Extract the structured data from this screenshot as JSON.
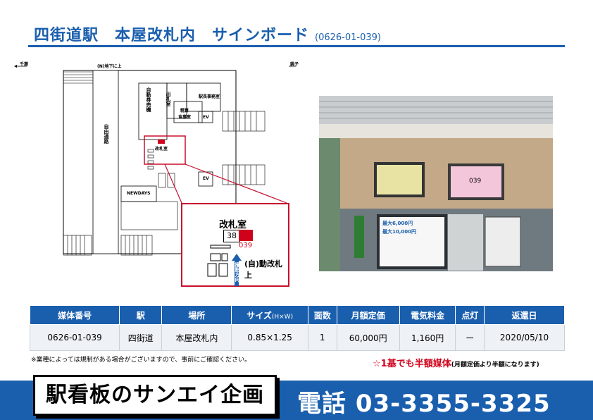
{
  "header": {
    "title": "四街道駅　本屋改札内　サインボード",
    "code": "(0626-01-039)"
  },
  "map": {
    "dir_left": "千葉",
    "dir_right": "銚子",
    "labels": {
      "exit_top": "(N)地下に上",
      "jihanki": "自動券売機",
      "demado": "出札室",
      "ekicho": "駅長事務室",
      "seisan": "精算",
      "shokudo": "食事室",
      "ev1": "EV",
      "ev2": "EV",
      "tsuro": "自由通路",
      "kaisatsu": "改札室",
      "newdays": "NEWDAYS"
    },
    "zoom": {
      "room": "改札室",
      "num": "38",
      "red_label": "039",
      "gate": "(自)動改札上",
      "arrow_text": "撮影方向"
    }
  },
  "photo": {
    "sign_label": "039",
    "poster_text_1": "最大6,000円",
    "poster_text_2": "最大10,000円"
  },
  "table": {
    "headers": [
      "媒体番号",
      "駅",
      "場所",
      "サイズ",
      "面数",
      "月額定価",
      "電気料金",
      "点灯",
      "返還日"
    ],
    "size_unit": "(H×W)",
    "row": [
      "0626-01-039",
      "四街道",
      "本屋改札内",
      "0.85×1.25",
      "1",
      "60,000円",
      "1,160円",
      "ー",
      "2020/05/10"
    ]
  },
  "notes": {
    "left": "※業種によっては規制がある場合がございますので、事前にご確認ください。",
    "right_main": "☆1基でも半額媒体",
    "right_small": "(月額定価より半額になります)"
  },
  "footer": {
    "brand": "駅看板のサンエイ企画",
    "phone": "電話 03-3355-3325"
  },
  "colors": {
    "brand_blue": "#1a5fae",
    "accent_red": "#d0021b"
  }
}
